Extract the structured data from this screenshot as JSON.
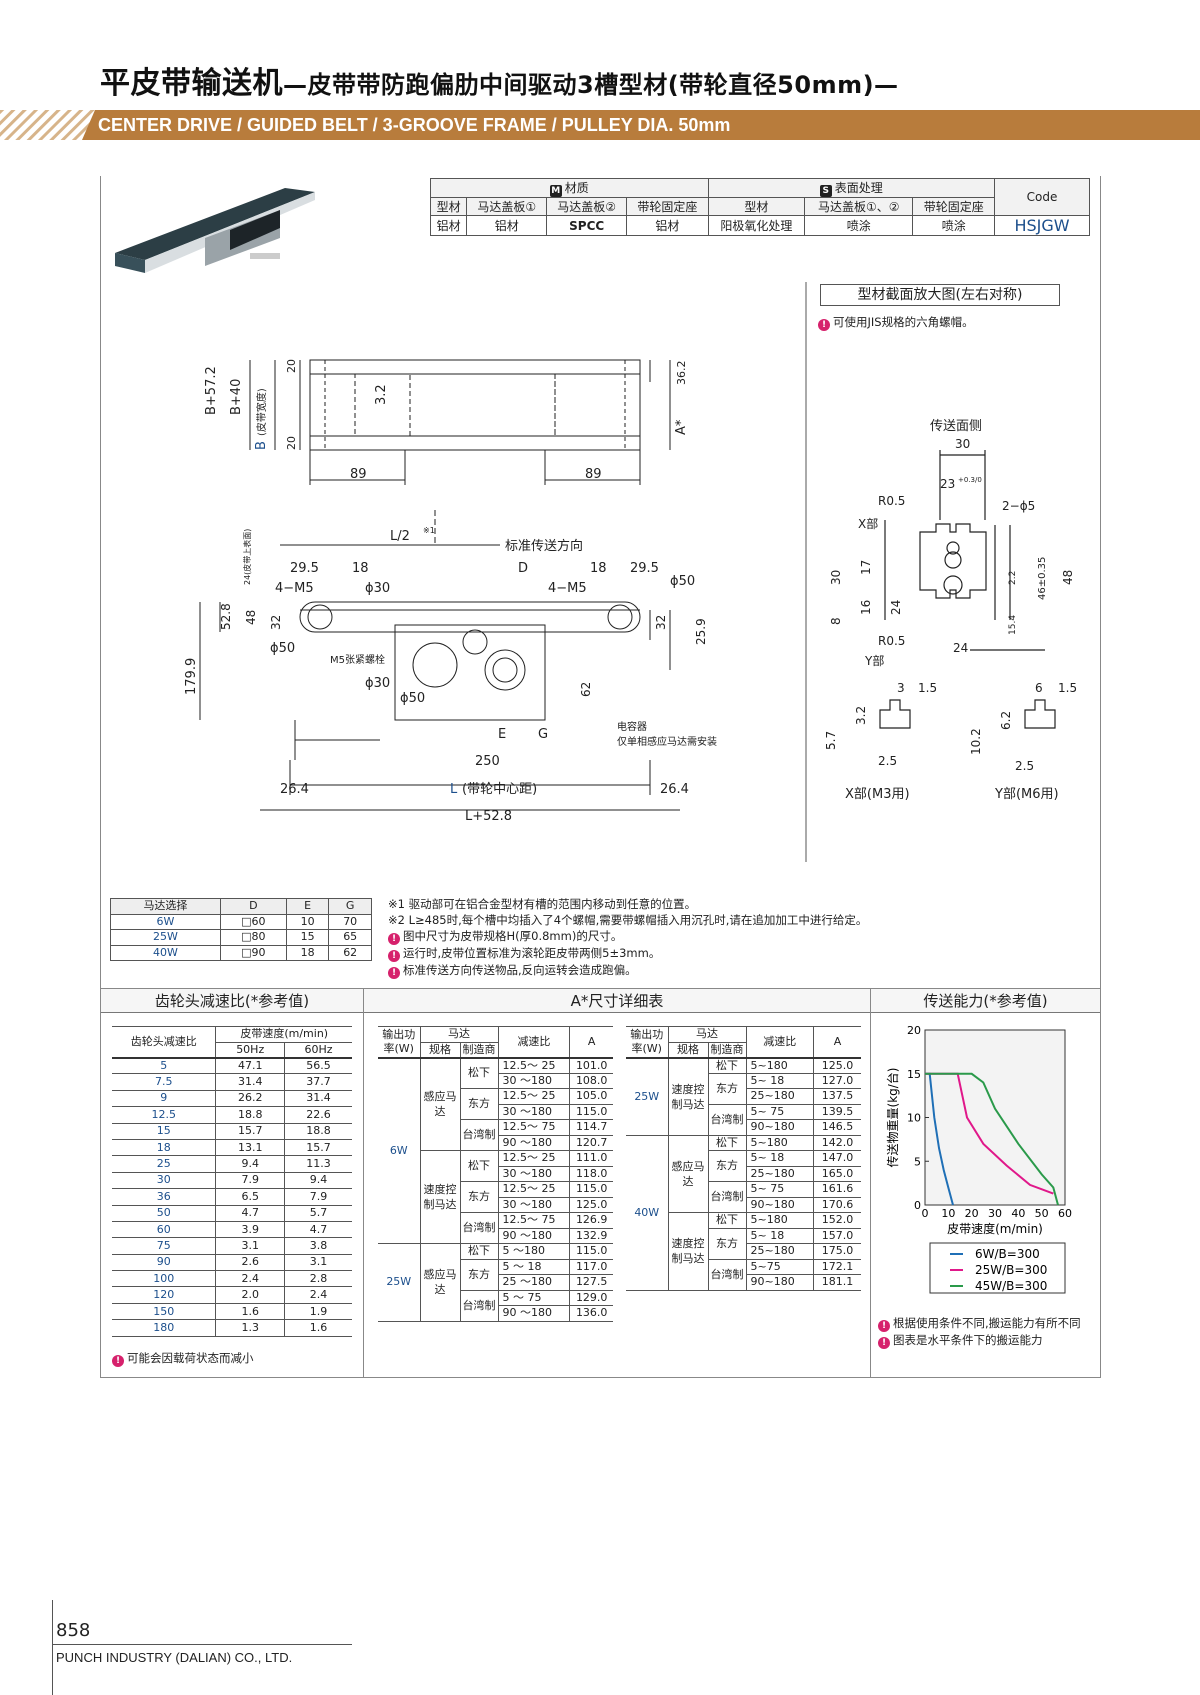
{
  "header": {
    "title_main": "平皮带输送机",
    "title_sub": "—皮带带防跑偏肋中间驱动3槽型材(带轮直径50mm)—",
    "title_en": "CENTER DRIVE / GUIDED BELT / 3-GROOVE FRAME / PULLEY DIA. 50mm"
  },
  "material_table": {
    "material_label": "材质",
    "material_badge": "M",
    "surface_label": "表面处理",
    "surface_badge": "S",
    "code_label": "Code",
    "columns": [
      "型材",
      "马达盖板①",
      "马达盖板②",
      "带轮固定座",
      "型材",
      "马达盖板①、②",
      "带轮固定座"
    ],
    "values": [
      "铝材",
      "铝材",
      "SPCC",
      "铝材",
      "阳极氧化处理",
      "喷涂",
      "喷涂"
    ],
    "code": "HSJGW"
  },
  "section_view": {
    "title": "型材截面放大图(左右对称)",
    "note": "可使用JIS规格的六角螺帽。",
    "top_label": "传送面侧",
    "x_detail": "X部(M3用)",
    "y_detail": "Y部(M6用)"
  },
  "drawing": {
    "top_view": {
      "b57": "B+57.2",
      "b40": "B+40",
      "b_width": "B",
      "b_note": "(皮带宽度)",
      "d20a": "20",
      "d20b": "20",
      "d32": "3.2",
      "d36": "36.2",
      "astar": "A*",
      "d89a": "89",
      "d89b": "89"
    },
    "side_view": {
      "l2": "L/2",
      "l2_note": "※1",
      "direction": "标准传送方向",
      "d295a": "29.5",
      "d18a": "18",
      "d18b": "18",
      "d295b": "29.5",
      "dD": "D",
      "m5a": "4−M5",
      "m5b": "4−M5",
      "phi30a": "ϕ30",
      "phi50a": "ϕ50",
      "d528": "52.8",
      "d48": "48",
      "d32": "32",
      "d32b": "32",
      "d259": "25.9",
      "d24": "24(皮带上表面)",
      "d1799": "179.9",
      "phi50b": "ϕ50",
      "m5bolt": "M5张紧螺栓",
      "phi30b": "ϕ30",
      "phi50c": "ϕ50",
      "d62": "62",
      "cap_a": "电容器",
      "cap_b": "仅单相感应马达需安装",
      "dE": "E",
      "dG": "G",
      "d250": "250",
      "d264a": "26.4",
      "dL": "L",
      "dL_note": "(带轮中心距)",
      "d264b": "26.4",
      "dL528": "L+52.8"
    },
    "section": {
      "d30": "30",
      "d23": "23",
      "tol23": "+0.3/0",
      "r05a": "R0.5",
      "r05b": "R0.5",
      "phi5": "2−ϕ5",
      "xpart": "X部",
      "ypart": "Y部",
      "d30v": "30",
      "d17": "17",
      "d8": "8",
      "d16": "16",
      "d24": "24",
      "d22": "2.2",
      "d46": "46±0.35",
      "d48": "48",
      "d154": "15.4",
      "d24h": "24",
      "d3": "3",
      "d15a": "1.5",
      "d6": "6",
      "d15b": "1.5",
      "d57": "5.7",
      "d32": "3.2",
      "d102": "10.2",
      "d62": "6.2",
      "d25a": "2.5",
      "d25b": "2.5"
    }
  },
  "motor_select": {
    "headers": [
      "马达选择",
      "D",
      "E",
      "G"
    ],
    "rows": [
      [
        "6W",
        "□60",
        "10",
        "70"
      ],
      [
        "25W",
        "□80",
        "15",
        "65"
      ],
      [
        "40W",
        "□90",
        "18",
        "62"
      ]
    ]
  },
  "notes": [
    "※1 驱动部可在铝合金型材有槽的范围内移动到任意的位置。",
    "※2 L≥485时,每个槽中均插入了4个螺帽,需要带螺帽插入用沉孔时,请在追加加工中进行给定。",
    "图中尺寸为皮带规格H(厚0.8mm)的尺寸。",
    "运行时,皮带位置标准为滚轮距皮带两侧5±3mm。",
    "标准传送方向传送物品,反向运转会造成跑偏。"
  ],
  "gear_table": {
    "title": "齿轮头减速比(*参考值)",
    "h1": "齿轮头减速比",
    "h2": "皮带速度(m/min)",
    "h3": [
      "50Hz",
      "60Hz"
    ],
    "rows": [
      [
        "5",
        "47.1",
        "56.5"
      ],
      [
        "7.5",
        "31.4",
        "37.7"
      ],
      [
        "9",
        "26.2",
        "31.4"
      ],
      [
        "12.5",
        "18.8",
        "22.6"
      ],
      [
        "15",
        "15.7",
        "18.8"
      ],
      [
        "18",
        "13.1",
        "15.7"
      ],
      [
        "25",
        "9.4",
        "11.3"
      ],
      [
        "30",
        "7.9",
        "9.4"
      ],
      [
        "36",
        "6.5",
        "7.9"
      ],
      [
        "50",
        "4.7",
        "5.7"
      ],
      [
        "60",
        "3.9",
        "4.7"
      ],
      [
        "75",
        "3.1",
        "3.8"
      ],
      [
        "90",
        "2.6",
        "3.1"
      ],
      [
        "100",
        "2.4",
        "2.8"
      ],
      [
        "120",
        "2.0",
        "2.4"
      ],
      [
        "150",
        "1.6",
        "1.9"
      ],
      [
        "180",
        "1.3",
        "1.6"
      ]
    ],
    "note": "可能会因载荷状态而减小"
  },
  "a_table": {
    "title": "A*尺寸详细表",
    "headers": [
      "输出功率(W)",
      "马达",
      "规格",
      "制造商",
      "减速比",
      "A"
    ],
    "left": [
      [
        "6W",
        "感应马达",
        "松下",
        "12.5～ 25",
        "101.0"
      ],
      [
        "",
        "",
        "",
        "30 ～180",
        "108.0"
      ],
      [
        "",
        "",
        "东方",
        "12.5～ 25",
        "105.0"
      ],
      [
        "",
        "",
        "",
        "30 ～180",
        "115.0"
      ],
      [
        "",
        "",
        "台湾制",
        "12.5～ 75",
        "114.7"
      ],
      [
        "",
        "",
        "",
        "90 ～180",
        "120.7"
      ],
      [
        "",
        "速度控制马达",
        "松下",
        "12.5～ 25",
        "111.0"
      ],
      [
        "",
        "",
        "",
        "30 ～180",
        "118.0"
      ],
      [
        "",
        "",
        "东方",
        "12.5～ 25",
        "115.0"
      ],
      [
        "",
        "",
        "",
        "30 ～180",
        "125.0"
      ],
      [
        "",
        "",
        "台湾制",
        "12.5～ 75",
        "126.9"
      ],
      [
        "",
        "",
        "",
        "90 ～180",
        "132.9"
      ],
      [
        "25W",
        "感应马达",
        "松下",
        "5 ～180",
        "115.0"
      ],
      [
        "",
        "",
        "东方",
        "5 ～ 18",
        "117.0"
      ],
      [
        "",
        "",
        "",
        "25 ～180",
        "127.5"
      ],
      [
        "",
        "",
        "台湾制",
        "5 ～ 75",
        "129.0"
      ],
      [
        "",
        "",
        "",
        "90 ～180",
        "136.0"
      ]
    ],
    "right": [
      [
        "25W",
        "速度控制马达",
        "松下",
        "5~180",
        "125.0"
      ],
      [
        "",
        "",
        "东方",
        "5~ 18",
        "127.0"
      ],
      [
        "",
        "",
        "",
        "25~180",
        "137.5"
      ],
      [
        "",
        "",
        "台湾制",
        "5~ 75",
        "139.5"
      ],
      [
        "",
        "",
        "",
        "90~180",
        "146.5"
      ],
      [
        "40W",
        "感应马达",
        "松下",
        "5~180",
        "142.0"
      ],
      [
        "",
        "",
        "东方",
        "5~ 18",
        "147.0"
      ],
      [
        "",
        "",
        "",
        "25~180",
        "165.0"
      ],
      [
        "",
        "",
        "台湾制",
        "5~ 75",
        "161.6"
      ],
      [
        "",
        "",
        "",
        "90~180",
        "170.6"
      ],
      [
        "",
        "速度控制马达",
        "松下",
        "5~180",
        "152.0"
      ],
      [
        "",
        "",
        "东方",
        "5~ 18",
        "157.0"
      ],
      [
        "",
        "",
        "",
        "25~180",
        "175.0"
      ],
      [
        "",
        "",
        "台湾制",
        "5~75",
        "172.1"
      ],
      [
        "",
        "",
        "",
        "90~180",
        "181.1"
      ]
    ]
  },
  "capacity": {
    "title": "传送能力(*参考值)",
    "notes": [
      "根据使用条件不同,搬运能力有所不同",
      "图表是水平条件下的搬运能力"
    ]
  },
  "chart_data": {
    "type": "line",
    "title": "",
    "xlabel": "皮带速度(m/min)",
    "ylabel": "传送物重量(kg/台)",
    "xlim": [
      0,
      60
    ],
    "ylim": [
      0,
      20
    ],
    "xticks": [
      "0",
      "10",
      "20",
      "30",
      "40",
      "50",
      "60"
    ],
    "yticks": [
      "0",
      "5",
      "10",
      "15",
      "20"
    ],
    "grid": false,
    "legend": "bottom",
    "series": [
      {
        "name": "6W/B=300",
        "color": "#1f6fb6",
        "x": [
          0,
          2,
          4,
          6,
          8,
          10,
          12
        ],
        "y": [
          15,
          15,
          10,
          6.5,
          4,
          2,
          0
        ]
      },
      {
        "name": "25W/B=300",
        "color": "#e0188a",
        "x": [
          0,
          10,
          14,
          18,
          25,
          35,
          45,
          55
        ],
        "y": [
          15,
          15,
          15,
          10,
          7,
          4.5,
          2.3,
          1.3
        ]
      },
      {
        "name": "45W/B=300",
        "color": "#2a9a4a",
        "x": [
          0,
          20,
          25,
          30,
          40,
          50,
          55,
          57
        ],
        "y": [
          15,
          15,
          14,
          11,
          7,
          3.5,
          2,
          0
        ]
      }
    ]
  },
  "footer": {
    "page": "858",
    "company": "PUNCH INDUSTRY (DALIAN) CO., LTD."
  }
}
